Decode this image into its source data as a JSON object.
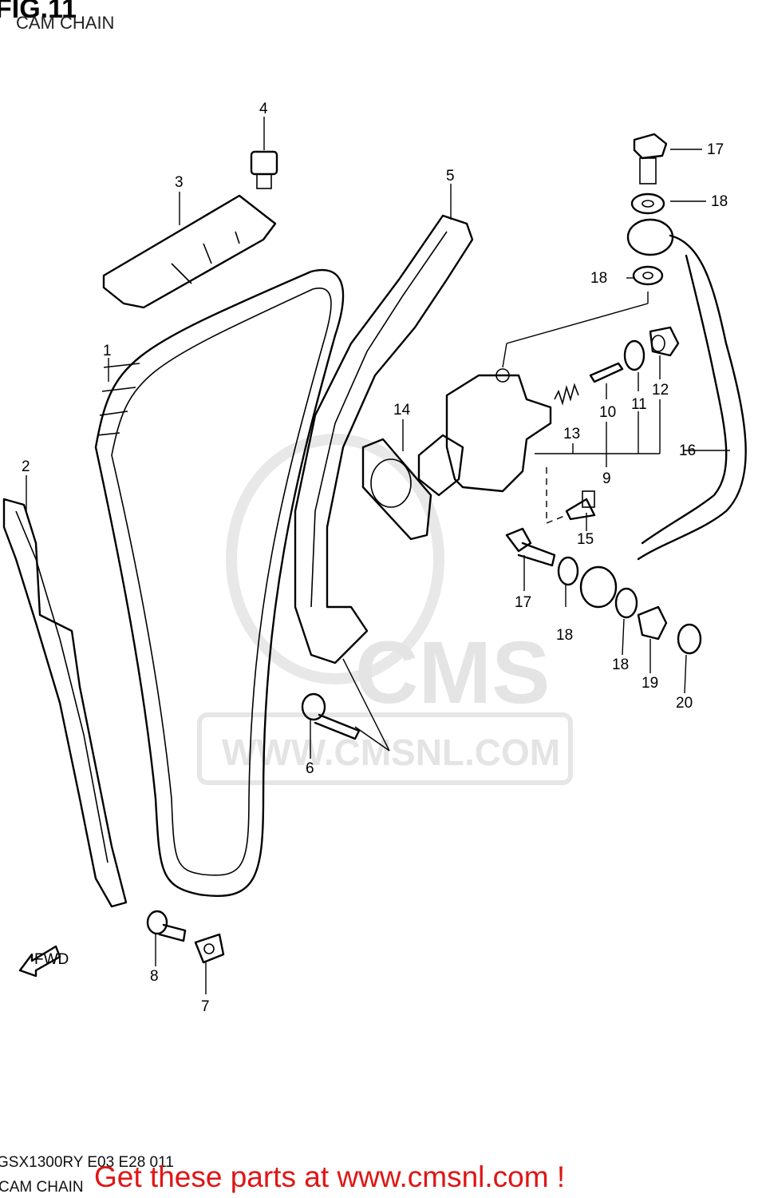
{
  "header": {
    "figure": "FIG.11",
    "title": "CAM CHAIN"
  },
  "footer": {
    "model_line": "GSX1300RY E03 E28 011",
    "section_line": "CAM CHAIN"
  },
  "promo": {
    "text": "Get these parts at www.cmsnl.com !",
    "color": "#e01515"
  },
  "watermark": {
    "logo": "CMS",
    "url": "WWW.CMSNL.COM"
  },
  "fwd_label": "FWD",
  "callouts": {
    "c1": "1",
    "c2": "2",
    "c3": "3",
    "c4": "4",
    "c5": "5",
    "c6": "6",
    "c7": "7",
    "c8": "8",
    "c9": "9",
    "c10": "10",
    "c11": "11",
    "c12": "12",
    "c13": "13",
    "c14": "14",
    "c15": "15",
    "c16": "16",
    "c17a": "17",
    "c17b": "17",
    "c18a": "18",
    "c18b": "18",
    "c18c": "18",
    "c18d": "18",
    "c19": "19",
    "c20": "20"
  },
  "icons": {
    "chain": "cam-chain-icon",
    "guide": "chain-guide-icon",
    "tensioner": "tensioner-icon",
    "bolt": "bolt-icon",
    "washer": "washer-icon",
    "hose": "oil-hose-icon",
    "gasket": "gasket-icon"
  }
}
